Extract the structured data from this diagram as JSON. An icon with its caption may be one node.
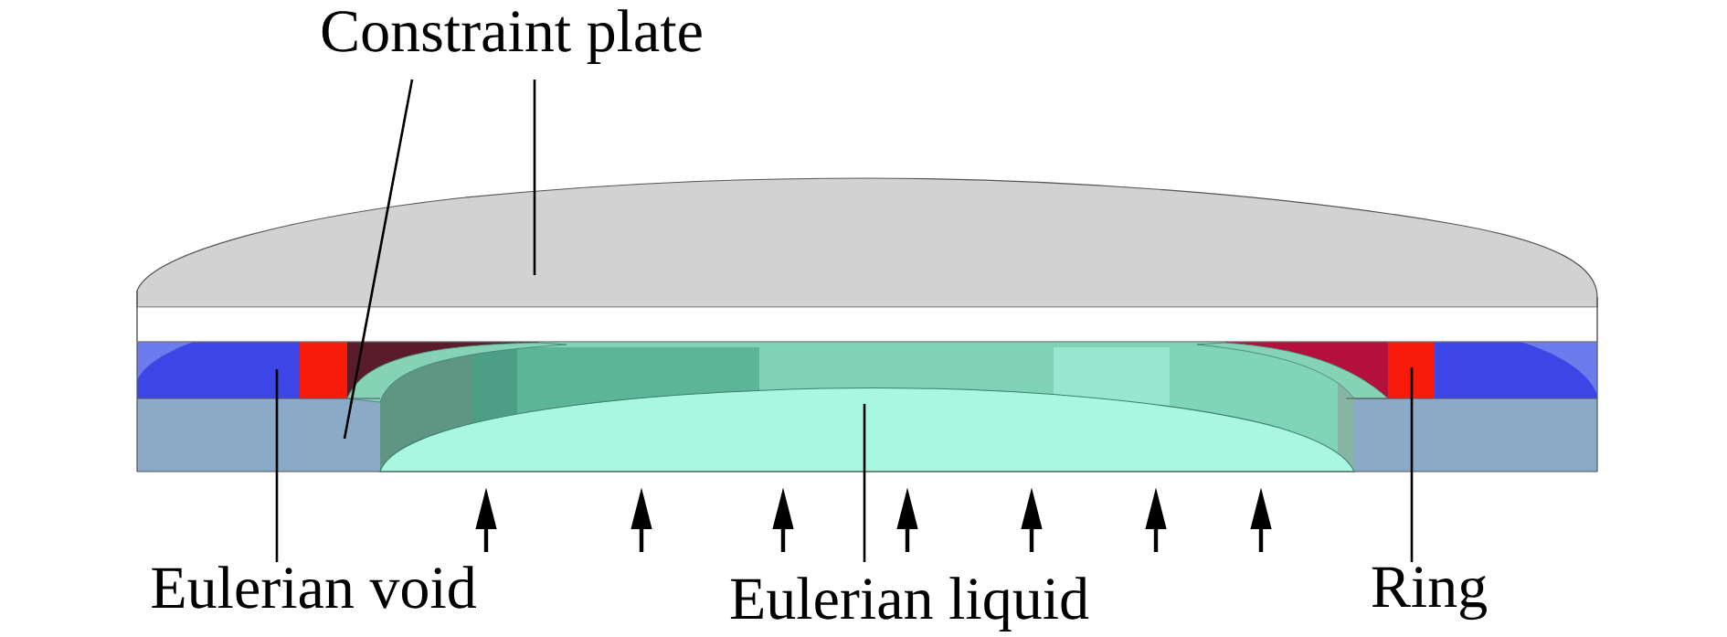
{
  "diagram": {
    "nodes": [
      {
        "text": [
          "Constraint plate"
        ]
      },
      {
        "text": [
          "Eulerian void"
        ]
      },
      {
        "text": [
          "Eulerian liquid"
        ]
      },
      {
        "text": [
          "Ring"
        ]
      }
    ],
    "edges": [
      {
        "from": 0,
        "to": null,
        "arrow": "none"
      },
      {
        "from": 0,
        "to": null,
        "arrow": "none"
      },
      {
        "from": 1,
        "to": null,
        "arrow": "none"
      },
      {
        "from": 2,
        "to": null,
        "arrow": "none"
      },
      {
        "from": 3,
        "to": null,
        "arrow": "none"
      }
    ]
  }
}
